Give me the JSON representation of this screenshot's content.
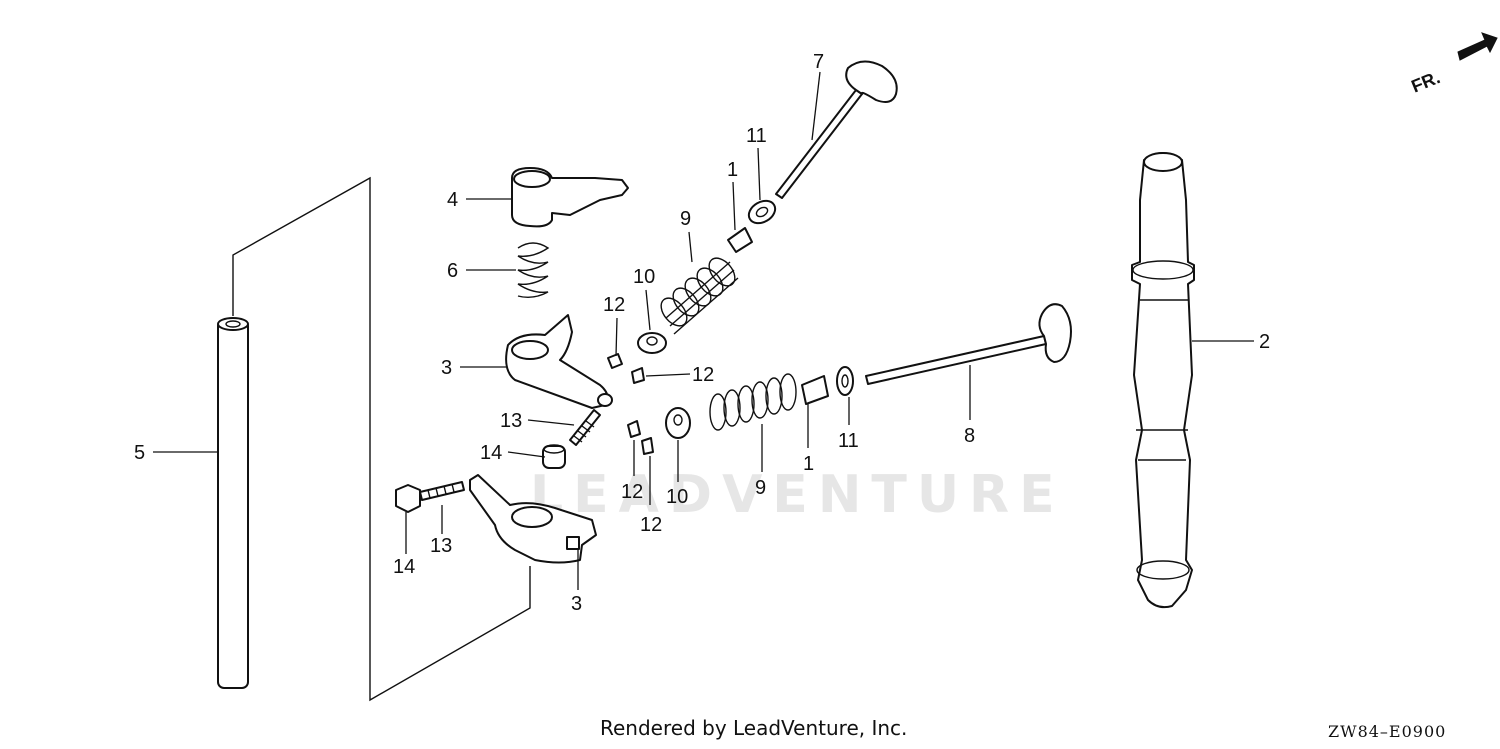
{
  "diagram": {
    "front_indicator": "FR.",
    "credit": "Rendered by LeadVenture, Inc.",
    "diagram_code": "ZW84–E0900",
    "watermark": "LEADVENTURE",
    "callouts": {
      "c1a": "1",
      "c1b": "1",
      "c2": "2",
      "c3a": "3",
      "c3b": "3",
      "c4": "4",
      "c5": "5",
      "c6": "6",
      "c7": "7",
      "c8": "8",
      "c9a": "9",
      "c9b": "9",
      "c10a": "10",
      "c10b": "10",
      "c11a": "11",
      "c11b": "11",
      "c12a": "12",
      "c12b": "12",
      "c12c": "12",
      "c12d": "12",
      "c13a": "13",
      "c13b": "13",
      "c14a": "14",
      "c14b": "14"
    }
  }
}
